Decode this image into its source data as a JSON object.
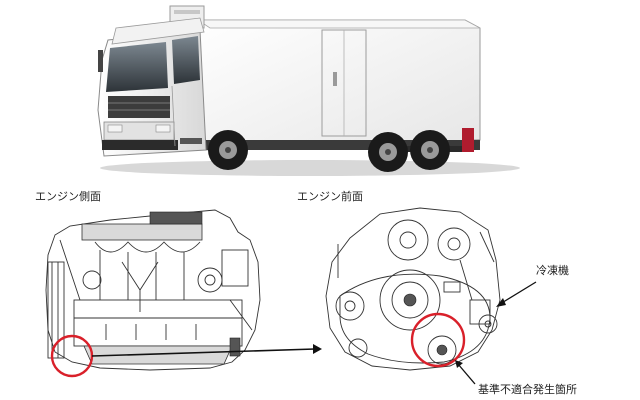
{
  "labels": {
    "side_view": "エンジン側面",
    "front_view": "エンジン前面",
    "refrigerator": "冷凍機",
    "nonconforming_location": "基準不適合発生箇所"
  },
  "colors": {
    "highlight_circle": "#d9202a",
    "arrow": "#111111",
    "truck_cab": "#f4f4f4",
    "truck_body": "#fafafa",
    "tire": "#1a1a1a",
    "mudflap": "#b01c2e"
  },
  "icons": [
    "highlight-circle",
    "pointer-arrow"
  ]
}
